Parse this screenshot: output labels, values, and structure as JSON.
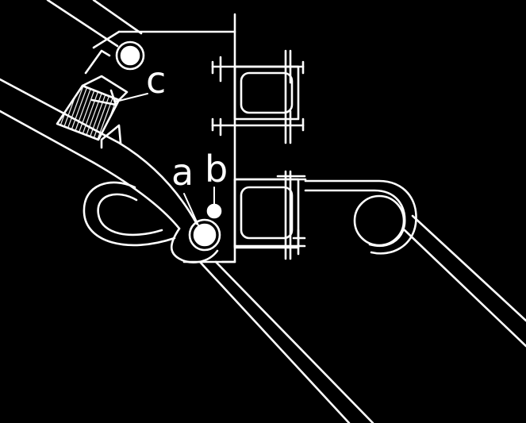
{
  "labels": {
    "a": "a",
    "b": "b",
    "c": "c"
  },
  "colors": {
    "background": "#000000",
    "ink": "#ffffff"
  }
}
